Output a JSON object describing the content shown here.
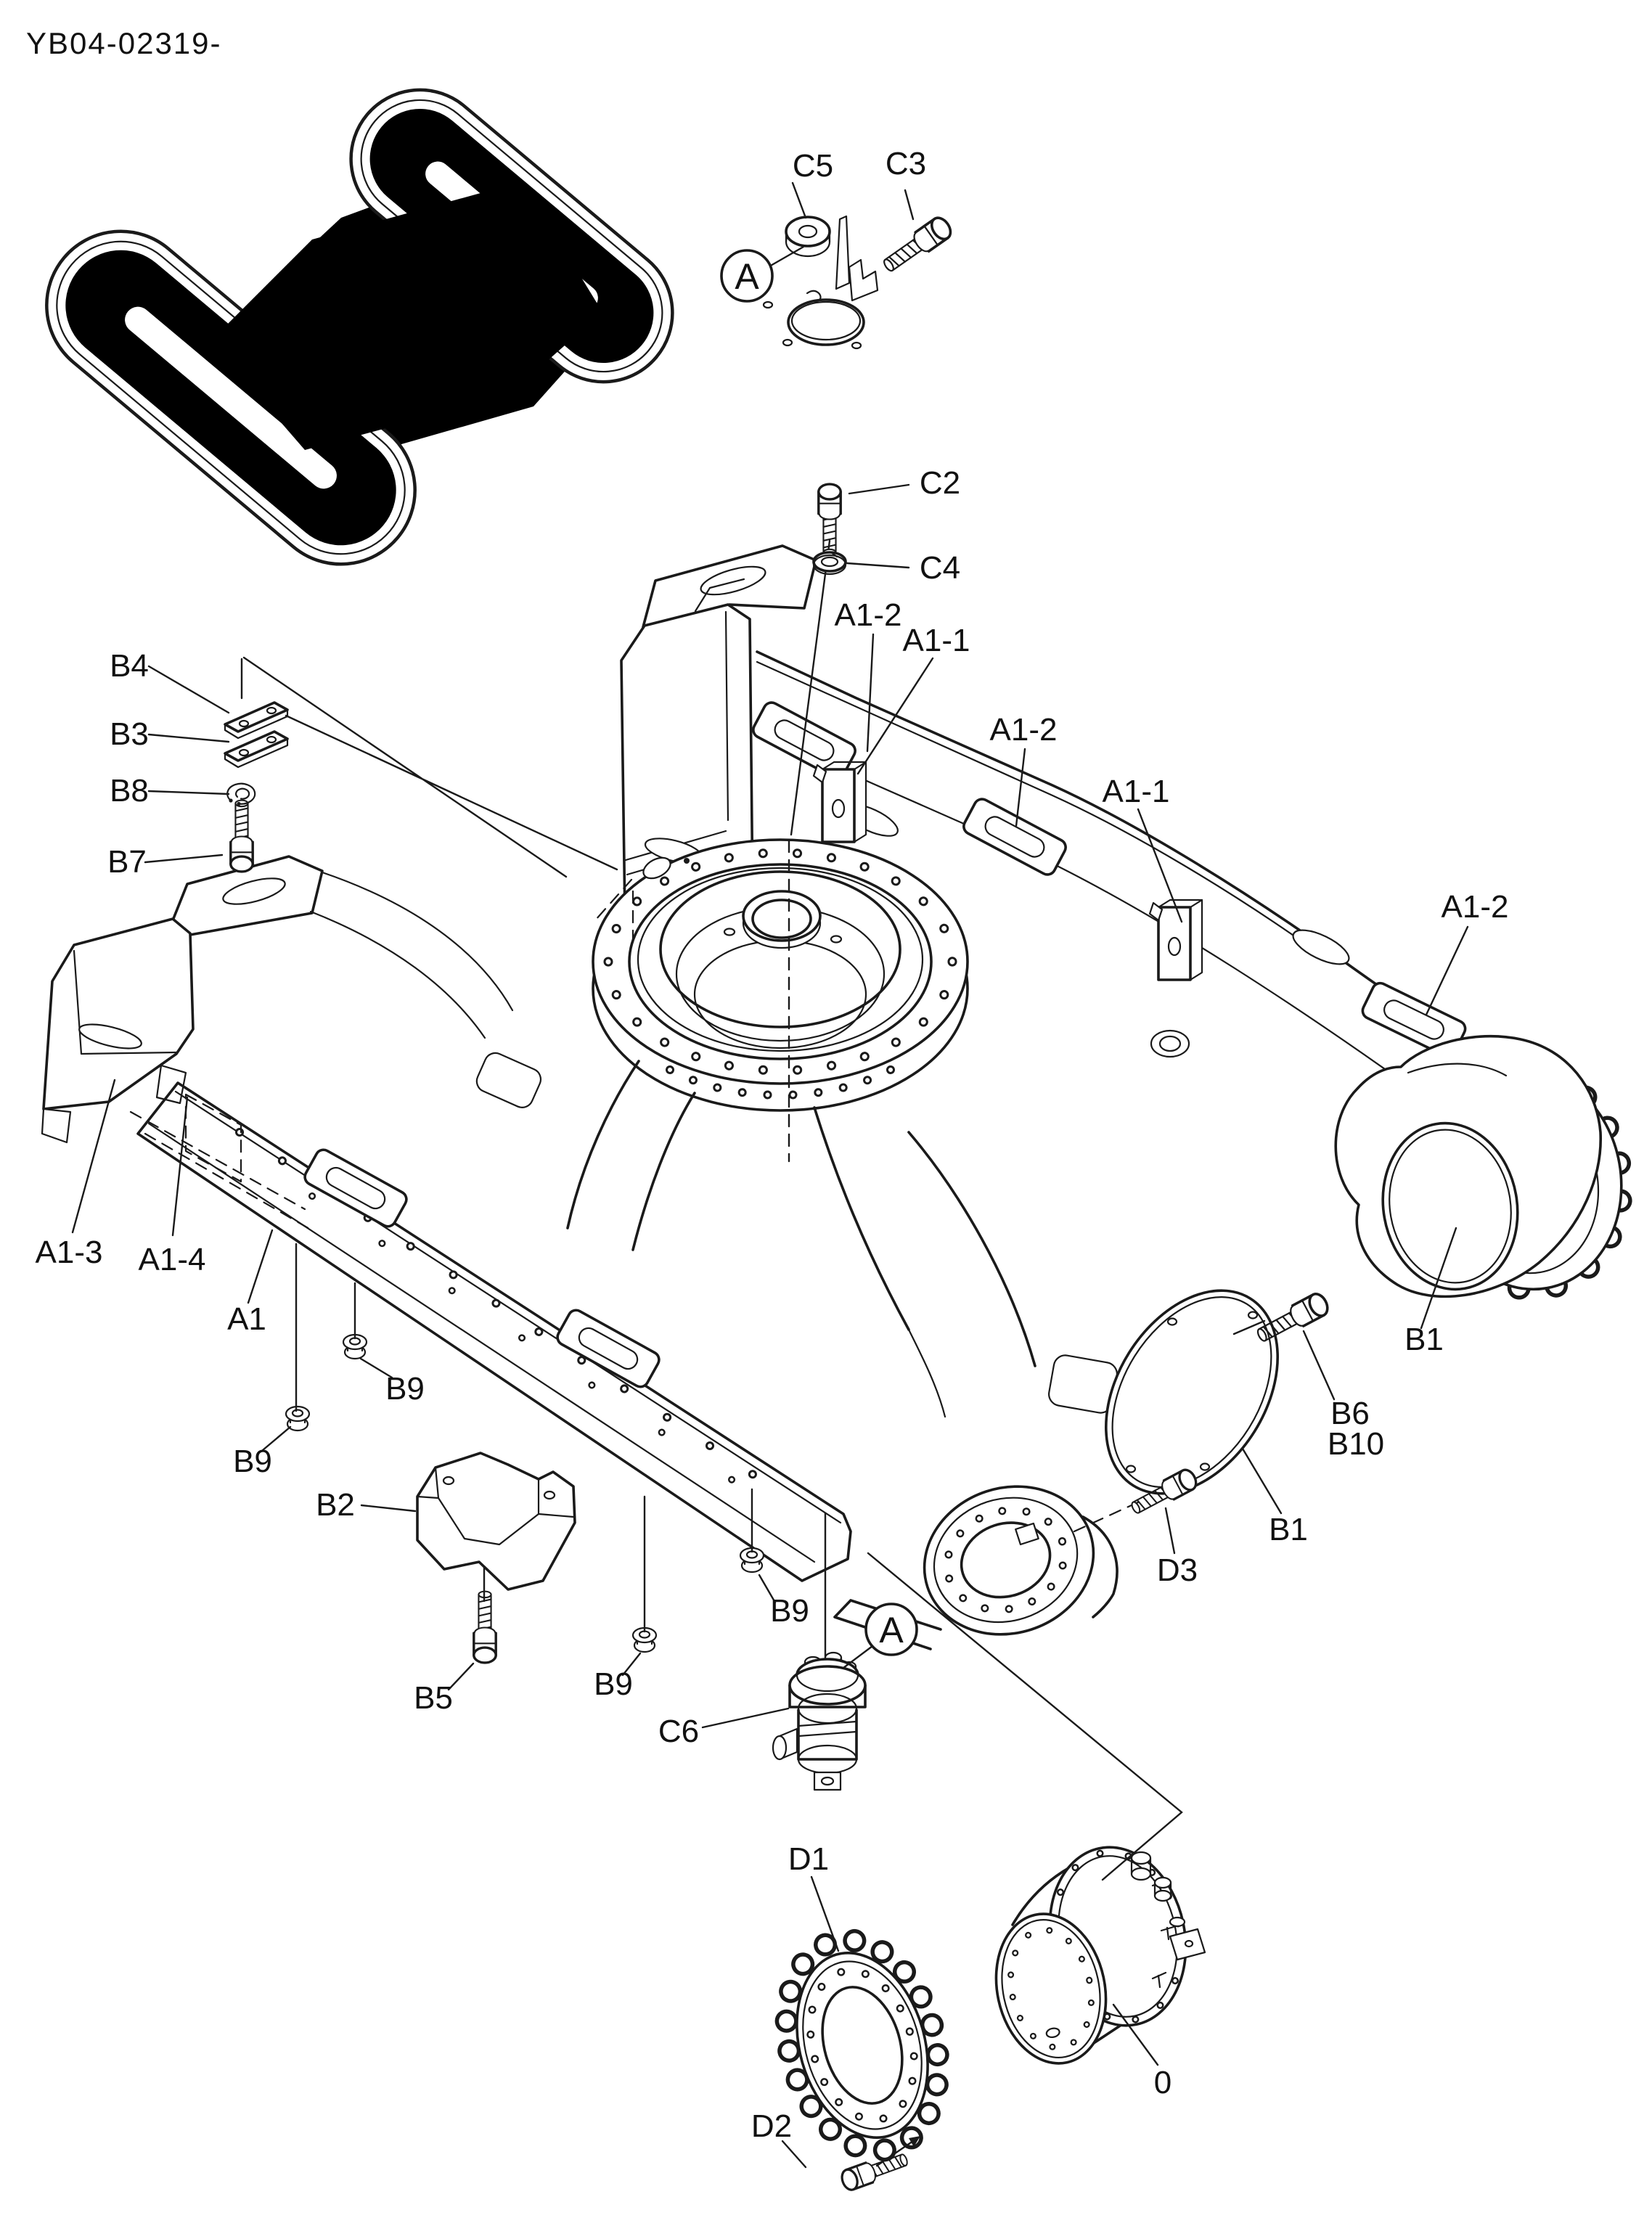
{
  "page": {
    "code": "YB04-02319-"
  },
  "colors": {
    "ink": "#1a1a1a",
    "paper": "#ffffff",
    "silhouette": "#000000"
  },
  "detail_markers": {
    "top": "A",
    "bottom": "A"
  },
  "callouts": {
    "c5": "C5",
    "c3": "C3",
    "c2": "C2",
    "c4": "C4",
    "a1_2_a": "A1-2",
    "a1_1_a": "A1-1",
    "a1_2_b": "A1-2",
    "a1_1_b": "A1-1",
    "a1_2_c": "A1-2",
    "b4": "B4",
    "b3": "B3",
    "b8": "B8",
    "b7": "B7",
    "a1_3": "A1-3",
    "a1_4": "A1-4",
    "a1": "A1",
    "b9_a": "B9",
    "b9_b": "B9",
    "b9_c": "B9",
    "b9_d": "B9",
    "b2": "B2",
    "b5": "B5",
    "c6": "C6",
    "d3": "D3",
    "b1_a": "B1",
    "b6": "B6",
    "b10": "B10",
    "b1_b": "B1",
    "d1": "D1",
    "d2": "D2",
    "zero": "0"
  }
}
